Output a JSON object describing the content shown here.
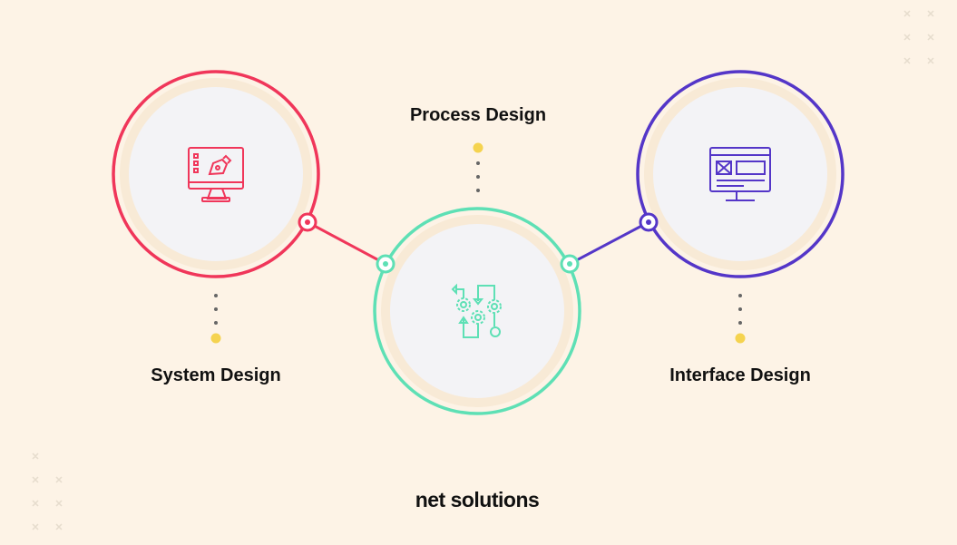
{
  "stages": [
    {
      "label": "System Design",
      "icon": "monitor-pen-icon",
      "color": "#f0365a"
    },
    {
      "label": "Process Design",
      "icon": "gears-flow-icon",
      "color": "#5ee0b5"
    },
    {
      "label": "Interface Design",
      "icon": "web-layout-icon",
      "color": "#5436c8"
    }
  ],
  "brand": "net solutions",
  "colors": {
    "background": "#fdf3e6",
    "dot": "#f5d34f",
    "ring": "#f8ead6",
    "inner": "#f3f3f6"
  }
}
